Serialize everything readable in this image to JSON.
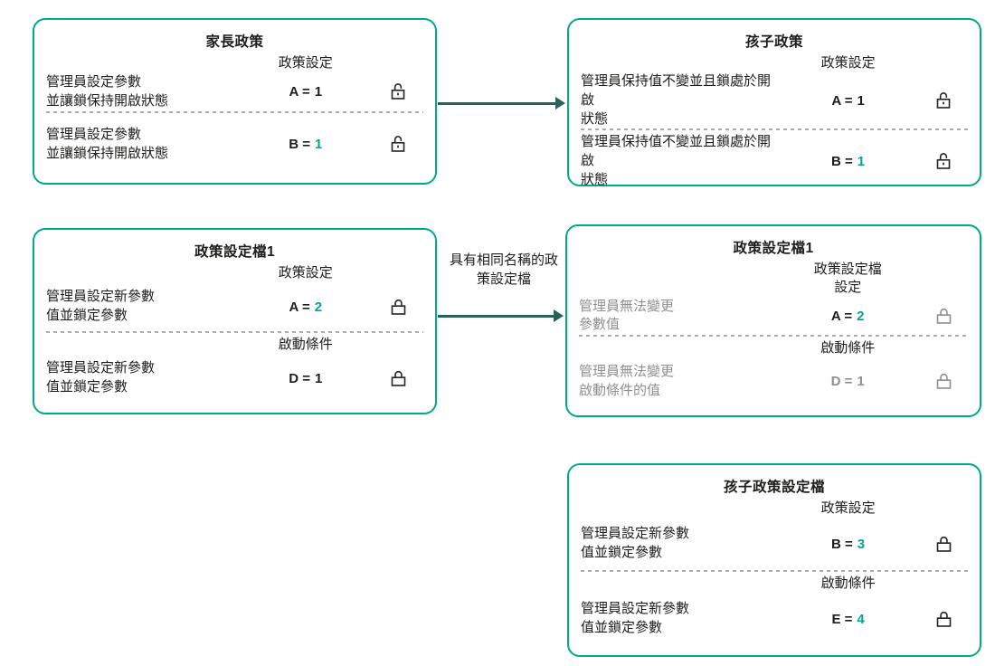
{
  "colors": {
    "box_border": "#00a88e",
    "teal": "#00a88e",
    "arrow": "#27635a",
    "text": "#1d1d1b",
    "muted": "#8f8f8f",
    "divider": "#ababab"
  },
  "boxes": [
    {
      "title": "家長政策",
      "segments": [
        {
          "header": "政策設定",
          "row": {
            "label": "管理員設定參數\n並讓鎖保持開啟狀態",
            "param": "A =",
            "value": "1",
            "lock": "open"
          }
        },
        {
          "header": "",
          "row": {
            "label": "管理員設定參數\n並讓鎖保持開啟狀態",
            "param": "B =",
            "value": "1",
            "lock": "open"
          }
        }
      ]
    },
    {
      "title": "孩子政策",
      "segments": [
        {
          "header": "政策設定",
          "row": {
            "label": "管理員保持值不變並且鎖處於開啟\n狀態",
            "param": "A =",
            "value": "1",
            "lock": "open"
          }
        },
        {
          "header": "",
          "row": {
            "label": "管理員保持值不變並且鎖處於開啟\n狀態",
            "param": "B =",
            "value": "1",
            "lock": "open"
          }
        }
      ]
    },
    {
      "title": "政策設定檔1",
      "segments": [
        {
          "header": "政策設定",
          "row": {
            "label": "管理員設定新參數\n值並鎖定參數",
            "param": "A =",
            "value": "2",
            "lock": "closed"
          }
        },
        {
          "header": "啟動條件",
          "row": {
            "label": "管理員設定新參數\n值並鎖定參數",
            "param": "D =",
            "value": "1",
            "lock": "closed"
          }
        }
      ]
    },
    {
      "title": "政策設定檔1",
      "segments": [
        {
          "header": "政策設定檔\n設定",
          "row": {
            "label": "管理員無法變更\n參數值",
            "param": "A =",
            "value": "2",
            "lock": "closed"
          }
        },
        {
          "header": "啟動條件",
          "row": {
            "label": "管理員無法變更\n啟動條件的值",
            "param": "D =",
            "value": "1",
            "lock": "closed"
          }
        }
      ]
    },
    {
      "title": "孩子政策設定檔",
      "segments": [
        {
          "header": "政策設定",
          "row": {
            "label": "管理員設定新參數\n值並鎖定參數",
            "param": "B =",
            "value": "3",
            "lock": "closed"
          }
        },
        {
          "header": "啟動條件",
          "row": {
            "label": "管理員設定新參數\n值並鎖定參數",
            "param": "E =",
            "value": "4",
            "lock": "closed"
          }
        }
      ]
    }
  ],
  "arrows": {
    "policy_to_child": {
      "label": ""
    },
    "profile_to_child": {
      "label": "具有相同名稱的政\n策設定檔"
    }
  }
}
